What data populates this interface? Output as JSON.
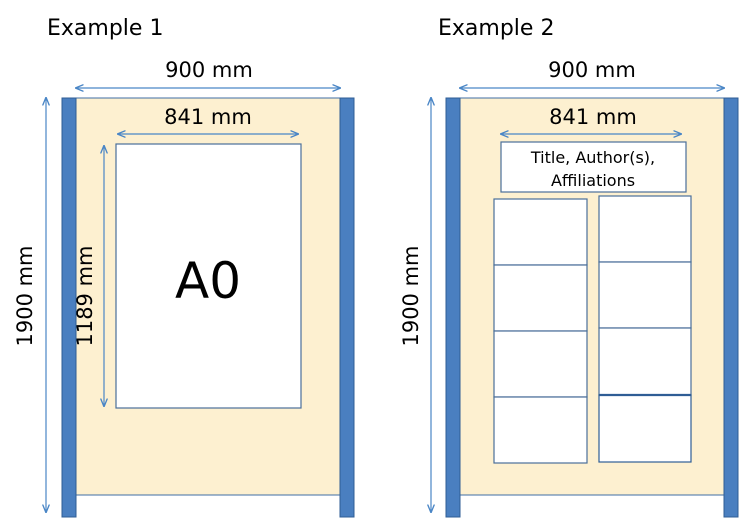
{
  "examples": [
    {
      "title": "Example 1",
      "board_width": "900 mm",
      "board_height": "1900 mm",
      "poster_width": "841 mm",
      "poster_height": "1189 mm",
      "poster_label": "A0"
    },
    {
      "title": "Example 2",
      "board_width": "900 mm",
      "board_height": "1900 mm",
      "poster_width": "841 mm",
      "header_lines": [
        "Title, Author(s),",
        "Affiliations"
      ],
      "left_column_panels": 4,
      "right_column_panels": 4
    }
  ],
  "colors": {
    "board_fill": "#fdf0d0",
    "post": "#4a7fc0",
    "post_edge": "#2f5d95",
    "arrow": "#4a86c6",
    "panel_border": "#4a6f9a",
    "poster_fill": "#ffffff"
  }
}
